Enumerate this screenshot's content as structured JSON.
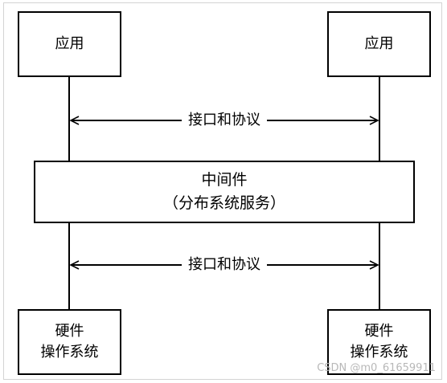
{
  "diagram": {
    "top_left_box": "应用",
    "top_right_box": "应用",
    "upper_arrow_label": "接口和协议",
    "middleware": {
      "title": "中间件",
      "subtitle": "（分布系统服务）"
    },
    "lower_arrow_label": "接口和协议",
    "bottom_left_box": {
      "line1": "硬件",
      "line2": "操作系统"
    },
    "bottom_right_box": {
      "line1": "硬件",
      "line2": "操作系统"
    }
  },
  "watermark": "CSDN @m0_61659911",
  "colors": {
    "line": "#000000",
    "frame": "#d4d4d4",
    "watermark": "#b8b8b8"
  }
}
